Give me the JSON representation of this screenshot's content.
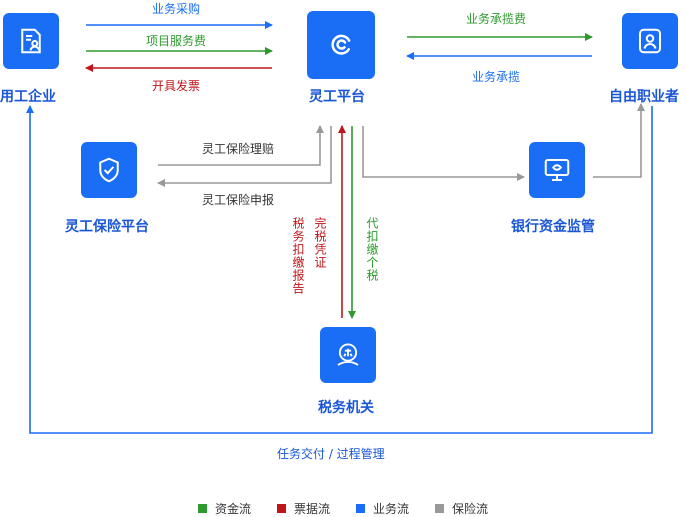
{
  "nodes": {
    "enterprise": "用工企业",
    "platform": "灵工平台",
    "freelancer": "自由职业者",
    "insurance": "灵工保险平台",
    "bank": "银行资金监管",
    "tax": "税务机关"
  },
  "flows": {
    "procurement": "业务采购",
    "service_fee": "项目服务费",
    "invoice": "开具发票",
    "contract_fee": "业务承揽费",
    "contracting": "业务承揽",
    "claim": "灵工保险理赔",
    "apply": "灵工保险申报",
    "tax_report": "税务扣缴报告",
    "tax_cert": "完税凭证",
    "withhold": "代扣缴个税",
    "delivery": "任务交付 / 过程管理"
  },
  "legend": [
    {
      "label": "资金流",
      "color": "#2e9a2e"
    },
    {
      "label": "票据流",
      "color": "#c0161b"
    },
    {
      "label": "业务流",
      "color": "#1a6ef5"
    },
    {
      "label": "保险流",
      "color": "#999999"
    }
  ],
  "colors": {
    "green": "#2e9a2e",
    "red": "#c0161b",
    "blue": "#1a6ef5",
    "gray": "#999999",
    "node": "#1a6ef5",
    "node_text": "#1a56d6"
  }
}
